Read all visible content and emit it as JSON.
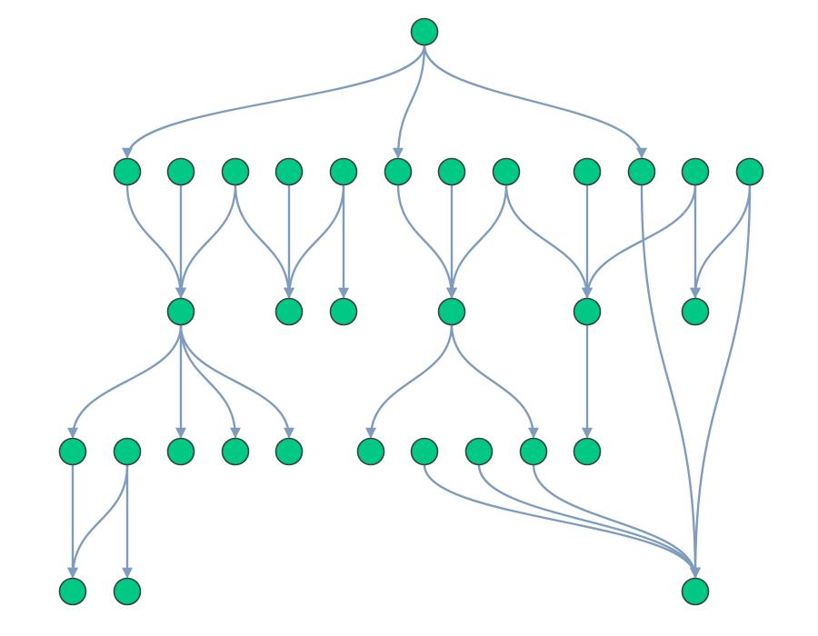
{
  "diagram": {
    "type": "directed-graph",
    "colors": {
      "node_fill": "#00c986",
      "node_stroke": "#3a4040",
      "edge": "#7f9cbf"
    },
    "nodes": [
      {
        "id": "root"
      },
      {
        "id": "b1"
      },
      {
        "id": "b2"
      },
      {
        "id": "b3"
      },
      {
        "id": "b4"
      },
      {
        "id": "b5"
      },
      {
        "id": "b6"
      },
      {
        "id": "b7"
      },
      {
        "id": "b8"
      },
      {
        "id": "b9"
      },
      {
        "id": "b10"
      },
      {
        "id": "b11"
      },
      {
        "id": "b12"
      },
      {
        "id": "c1"
      },
      {
        "id": "c2"
      },
      {
        "id": "c3"
      },
      {
        "id": "c4"
      },
      {
        "id": "c5"
      },
      {
        "id": "c6"
      },
      {
        "id": "d1"
      },
      {
        "id": "d2"
      },
      {
        "id": "d3"
      },
      {
        "id": "d4"
      },
      {
        "id": "d5"
      },
      {
        "id": "d6"
      },
      {
        "id": "d7"
      },
      {
        "id": "d8"
      },
      {
        "id": "d9"
      },
      {
        "id": "d10"
      },
      {
        "id": "e1"
      },
      {
        "id": "e2"
      },
      {
        "id": "e3"
      }
    ],
    "edges": [
      [
        "root",
        "b1"
      ],
      [
        "root",
        "b6"
      ],
      [
        "root",
        "b10"
      ],
      [
        "b1",
        "c1"
      ],
      [
        "b2",
        "c1"
      ],
      [
        "b3",
        "c1"
      ],
      [
        "b3",
        "c2"
      ],
      [
        "b4",
        "c2"
      ],
      [
        "b5",
        "c2"
      ],
      [
        "b5",
        "c3"
      ],
      [
        "b6",
        "c4"
      ],
      [
        "b7",
        "c4"
      ],
      [
        "b8",
        "c4"
      ],
      [
        "b8",
        "c5"
      ],
      [
        "b9",
        "c5"
      ],
      [
        "b11",
        "c5"
      ],
      [
        "b11",
        "c6"
      ],
      [
        "b12",
        "c6"
      ],
      [
        "b10",
        "e3"
      ],
      [
        "b12",
        "e3"
      ],
      [
        "c1",
        "d1"
      ],
      [
        "c1",
        "d3"
      ],
      [
        "c1",
        "d4"
      ],
      [
        "c1",
        "d5"
      ],
      [
        "c4",
        "d6"
      ],
      [
        "c4",
        "d9"
      ],
      [
        "c5",
        "d10"
      ],
      [
        "d1",
        "e1"
      ],
      [
        "d2",
        "e1"
      ],
      [
        "d2",
        "e2"
      ],
      [
        "d7",
        "e3"
      ],
      [
        "d8",
        "e3"
      ],
      [
        "d9",
        "e3"
      ]
    ]
  }
}
